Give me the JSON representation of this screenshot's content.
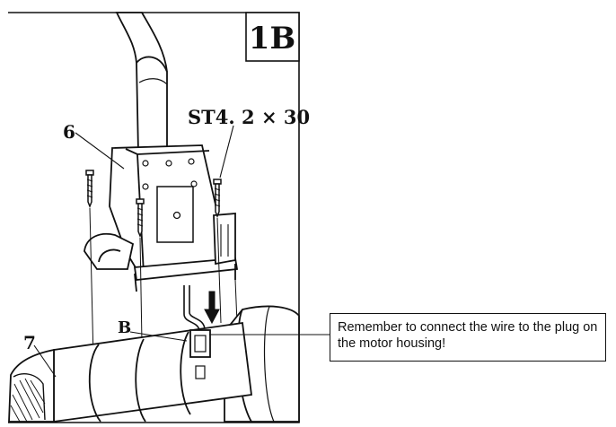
{
  "diagram": {
    "step": "1B",
    "part_6_label": "6",
    "part_7_label": "7",
    "point_b_label": "B",
    "screw_spec": "ST4. 2 × 30",
    "note": "Remember to connect the wire to the plug on the motor housing!"
  }
}
